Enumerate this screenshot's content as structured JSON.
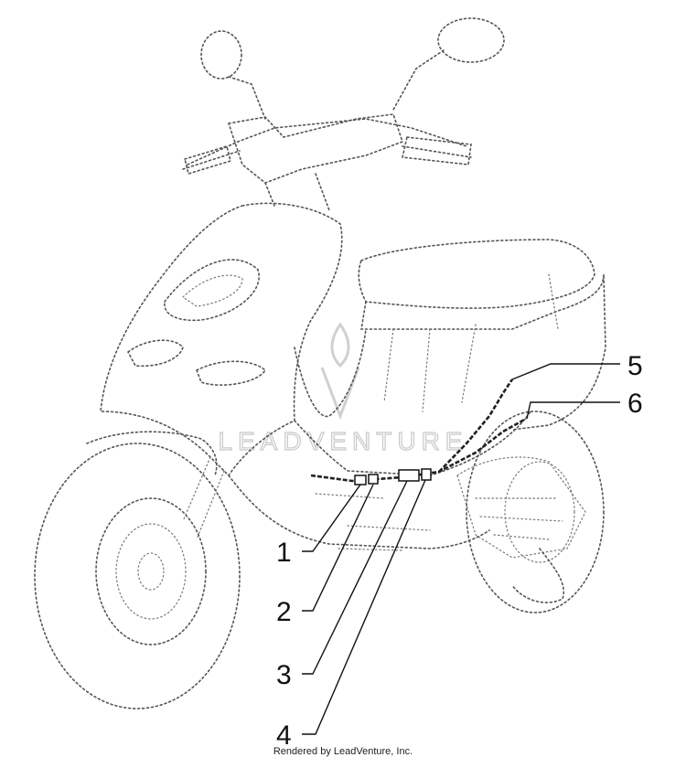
{
  "callouts": [
    {
      "id": "1",
      "label": "1"
    },
    {
      "id": "2",
      "label": "2"
    },
    {
      "id": "3",
      "label": "3"
    },
    {
      "id": "4",
      "label": "4"
    },
    {
      "id": "5",
      "label": "5"
    },
    {
      "id": "6",
      "label": "6"
    }
  ],
  "watermark": {
    "text": "LEADVENTURE"
  },
  "footer": {
    "credit": "Rendered by LeadVenture, Inc."
  },
  "colors": {
    "line": "#555555",
    "cable": "#222222",
    "watermark": "#c9c9c9"
  }
}
